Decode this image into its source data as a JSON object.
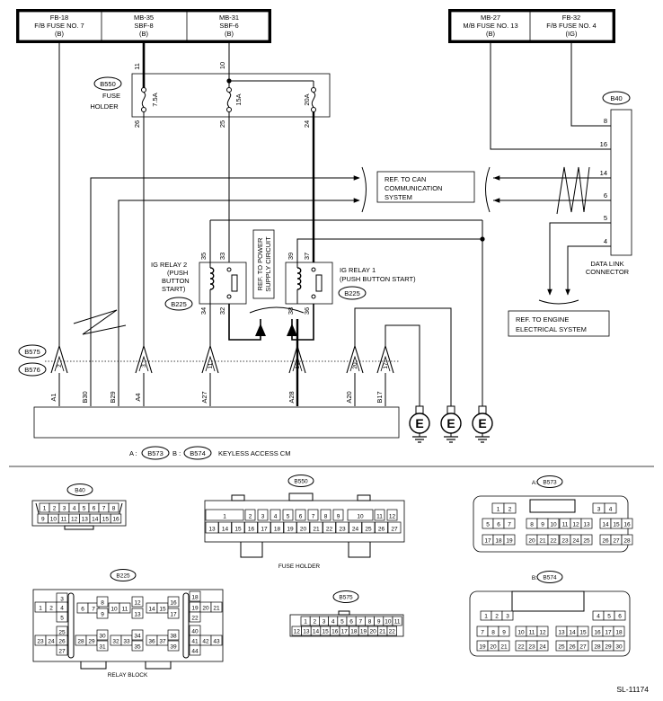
{
  "sources_left": [
    {
      "code": "FB-18",
      "name": "F/B FUSE NO. 7",
      "cond": "(B)"
    },
    {
      "code": "MB-35",
      "name": "SBF-8",
      "cond": "(B)"
    },
    {
      "code": "MB-31",
      "name": "SBF-6",
      "cond": "(B)"
    }
  ],
  "sources_right": [
    {
      "code": "MB-27",
      "name": "M/B FUSE NO. 13",
      "cond": "(B)"
    },
    {
      "code": "FB-32",
      "name": "F/B FUSE NO. 4",
      "cond": "(IG)"
    }
  ],
  "fuse_holder": {
    "id": "B550",
    "label": "FUSE HOLDER",
    "fuses": [
      {
        "rating": "7.5A",
        "pin_in": "11",
        "pin_out": "26"
      },
      {
        "rating": "15A",
        "pin_in": "10",
        "pin_out": "25"
      },
      {
        "rating": "20A",
        "pin_in": "",
        "pin_out": "24"
      }
    ]
  },
  "dlc": {
    "id": "B40",
    "label": "DATA LINK CONNECTOR",
    "pins": [
      "8",
      "16",
      "14",
      "6",
      "5",
      "4"
    ]
  },
  "can_ref": "REF. TO CAN COMMUNICATION SYSTEM",
  "power_ref": "REF. TO POWER SUPPLY CIRCUIT",
  "engine_ref": "REF. TO ENGINE ELECTRICAL SYSTEM",
  "relay2": {
    "name": "IG RELAY 2 (PUSH BUTTON START)",
    "id": "B225",
    "pins": [
      "35",
      "33",
      "34",
      "32"
    ]
  },
  "relay1": {
    "name": "IG RELAY 1 (PUSH BUTTON START)",
    "id": "B225",
    "pins": [
      "39",
      "37",
      "38",
      "36"
    ]
  },
  "cm_connectors": [
    "B575",
    "B576"
  ],
  "cm_pin_numbers": [
    "2",
    "3",
    "11",
    "16",
    "20",
    "17"
  ],
  "cm_pins": [
    "A1",
    "B30",
    "B29",
    "A4",
    "A27",
    "A28",
    "A20",
    "B17"
  ],
  "cm_caption": {
    "a_prefix": "A :",
    "a_id": "B573",
    "b_prefix": "B :",
    "b_id": "B574",
    "label": "KEYLESS ACCESS CM"
  },
  "ground_symbol": "E",
  "views": {
    "b40": {
      "id": "B40",
      "row1": [
        "1",
        "2",
        "3",
        "4",
        "5",
        "6",
        "7",
        "8"
      ],
      "row2": [
        "9",
        "10",
        "11",
        "12",
        "13",
        "14",
        "15",
        "16"
      ]
    },
    "b550": {
      "id": "B550",
      "caption": "FUSE HOLDER",
      "top": [
        "1",
        "2",
        "3",
        "4",
        "5",
        "6",
        "7",
        "8",
        "9",
        "10",
        "11",
        "12"
      ],
      "bottom": [
        "13",
        "14",
        "15",
        "16",
        "17",
        "18",
        "19",
        "20",
        "21",
        "22",
        "23",
        "24",
        "25",
        "26",
        "27"
      ]
    },
    "b573": {
      "prefix": "A:",
      "id": "B573",
      "row1": [
        "1",
        "2",
        "3",
        "4"
      ],
      "row2": [
        "5",
        "6",
        "7",
        "8",
        "9",
        "10",
        "11",
        "12",
        "13",
        "14",
        "15",
        "16"
      ],
      "row3": [
        "17",
        "18",
        "19",
        "20",
        "21",
        "22",
        "23",
        "24",
        "25",
        "26",
        "27",
        "28"
      ]
    },
    "b574": {
      "prefix": "B:",
      "id": "B574",
      "row1": [
        "1",
        "2",
        "3",
        "4",
        "5",
        "6"
      ],
      "row2": [
        "7",
        "8",
        "9",
        "10",
        "11",
        "12",
        "13",
        "14",
        "15",
        "16",
        "17",
        "18"
      ],
      "row3": [
        "19",
        "20",
        "21",
        "22",
        "23",
        "24",
        "25",
        "26",
        "27",
        "28",
        "29",
        "30"
      ]
    },
    "b225": {
      "id": "B225",
      "caption": "RELAY BLOCK",
      "nums": [
        "1",
        "2",
        "3",
        "4",
        "5",
        "6",
        "7",
        "8",
        "9",
        "10",
        "11",
        "12",
        "13",
        "14",
        "15",
        "16",
        "17",
        "18",
        "19",
        "20",
        "21",
        "22",
        "23",
        "24",
        "25",
        "26",
        "27",
        "28",
        "29",
        "30",
        "31",
        "32",
        "33",
        "34",
        "35",
        "36",
        "37",
        "38",
        "39",
        "40",
        "41",
        "42",
        "43",
        "44"
      ]
    },
    "b575": {
      "id": "B575",
      "row1": [
        "1",
        "2",
        "3",
        "4",
        "5",
        "6",
        "7",
        "8",
        "9",
        "10",
        "11"
      ],
      "row2": [
        "12",
        "13",
        "14",
        "15",
        "16",
        "17",
        "18",
        "19",
        "20",
        "21",
        "22"
      ]
    }
  },
  "diagram_code": "SL-11174"
}
